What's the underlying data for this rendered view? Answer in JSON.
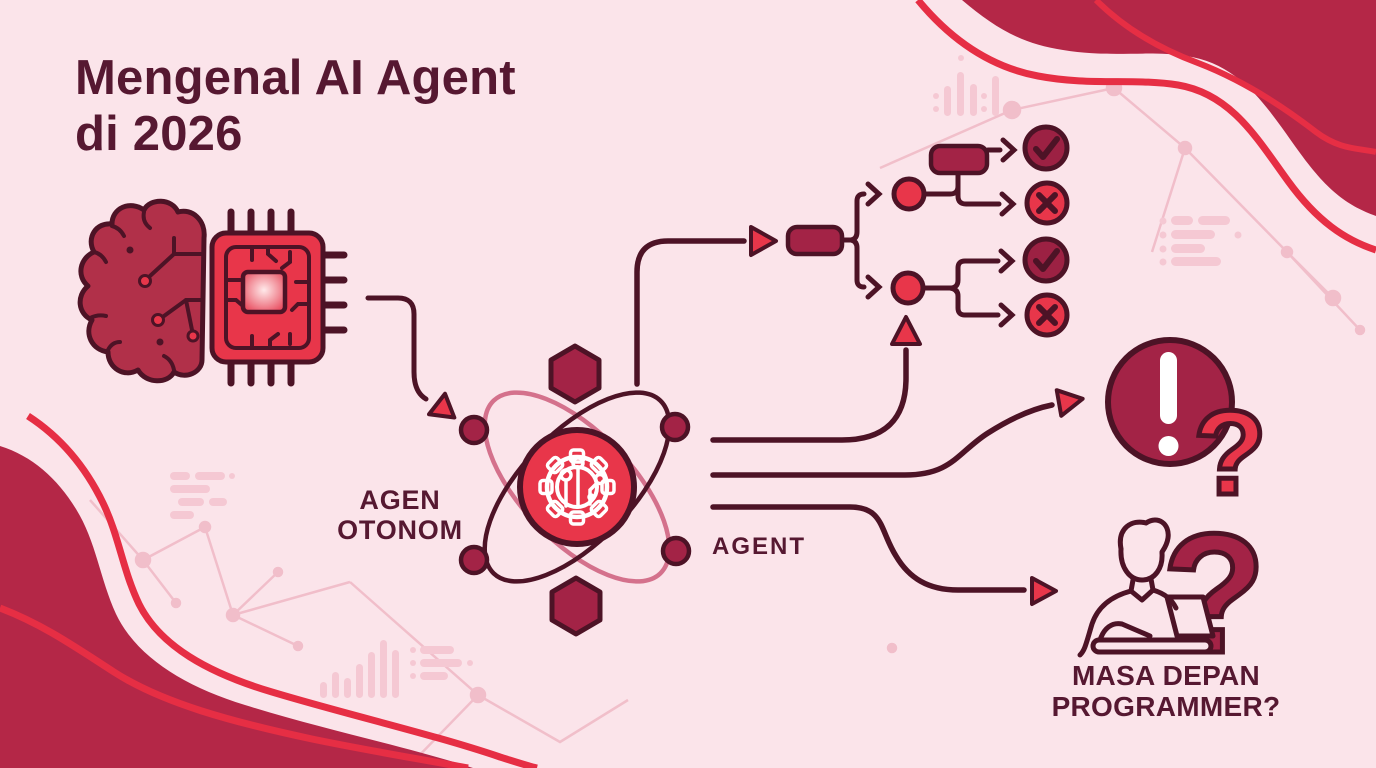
{
  "title": {
    "line1": "Mengenal AI Agent",
    "line2": "di 2026"
  },
  "labels": {
    "autonomous_agent": {
      "line1": "AGEN",
      "line2": "OTONOM"
    },
    "agent": "AGENT",
    "future_question": {
      "line1": "MASA DEPAN",
      "line2": "PROGRAMMER?"
    }
  },
  "glyphs": {
    "question_mark_small": "?",
    "question_mark_large": "?"
  },
  "colors": {
    "background": "#fbe4ea",
    "dark_outline": "#4d1326",
    "heading_text": "#561831",
    "crimson_fill": "#a32346",
    "check_circle_fill": "#9c2143",
    "bright_red": "#e8364a",
    "corner_wave": "#b42747",
    "accent_wave_line": "#e62e44",
    "rose_orbit": "#d4718c",
    "faint_decor": "#f5c6d1",
    "white": "#ffffff"
  }
}
